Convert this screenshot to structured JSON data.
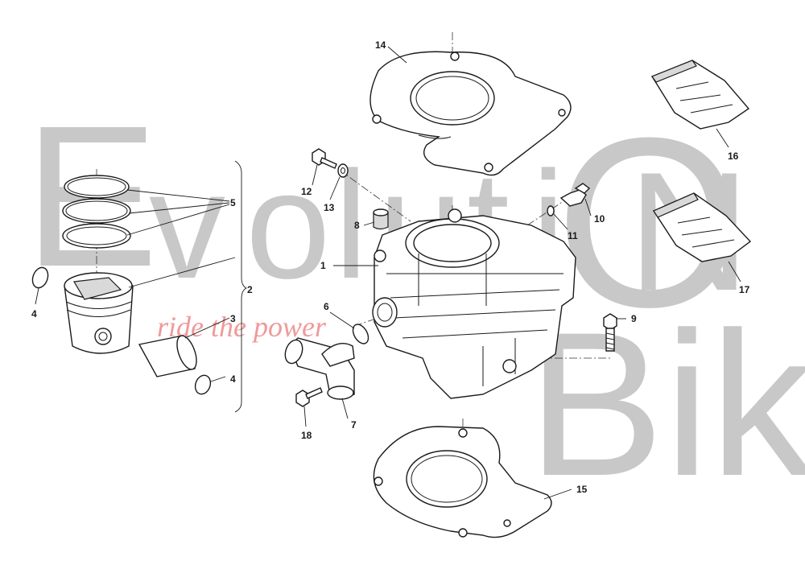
{
  "watermark": {
    "word1_letters": [
      "E",
      "v",
      "o",
      "l",
      "u",
      "t",
      "i",
      "O",
      "N"
    ],
    "word2": "Bike",
    "tagline": "ride the power",
    "color": "#c8c8c8",
    "tagline_color": "#ef9a9a"
  },
  "callouts": {
    "c1": "1",
    "c2": "2",
    "c3": "3",
    "c4a": "4",
    "c4b": "4",
    "c5": "5",
    "c6": "6",
    "c7": "7",
    "c8": "8",
    "c9": "9",
    "c10": "10",
    "c11": "11",
    "c12": "12",
    "c13": "13",
    "c14": "14",
    "c15": "15",
    "c16": "16",
    "c17": "17",
    "c18": "18"
  }
}
